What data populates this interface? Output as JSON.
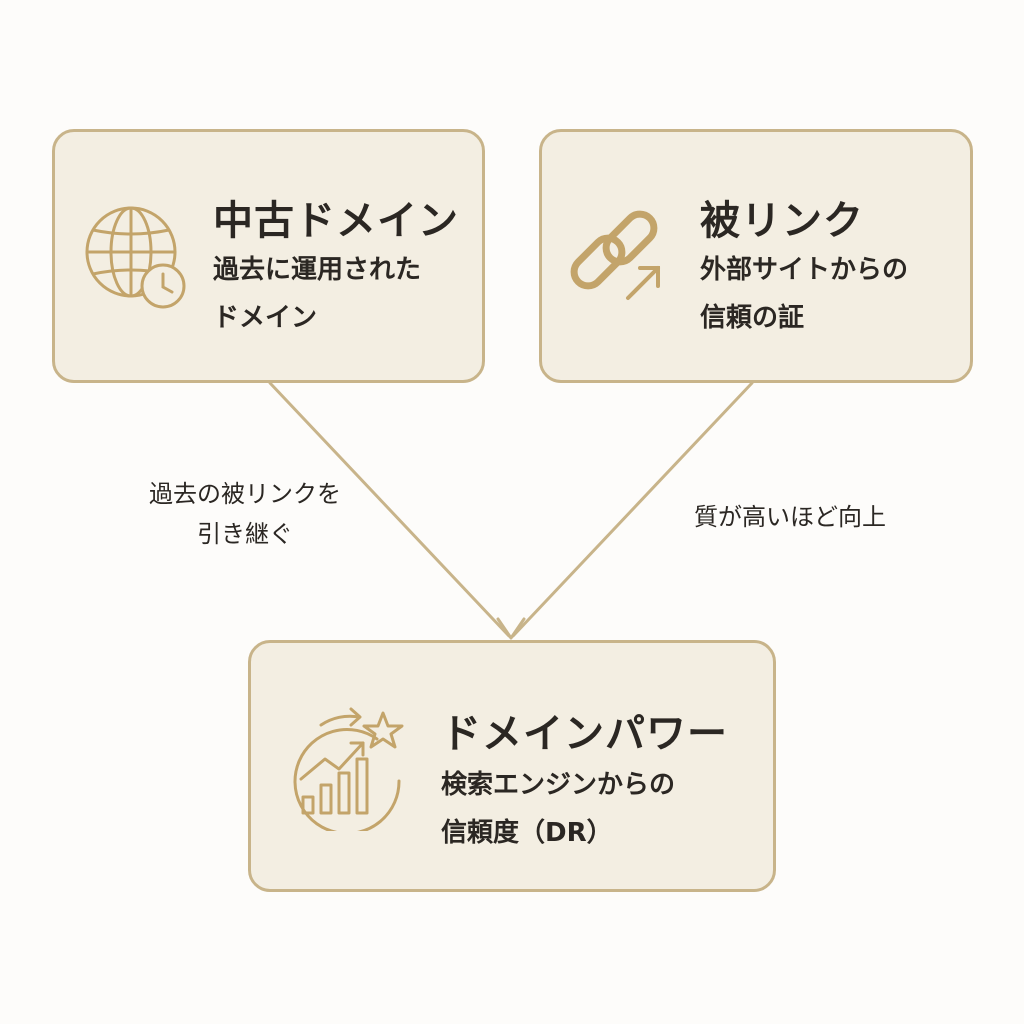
{
  "nodes": {
    "used_domain": {
      "title": "中古ドメイン",
      "description": "過去に運用された\nドメイン",
      "icon": "globe-clock-icon"
    },
    "backlinks": {
      "title": "被リンク",
      "description": "外部サイトからの\n信頼の証",
      "icon": "chain-link-arrow-icon"
    },
    "domain_power": {
      "title": "ドメインパワー",
      "description": "検索エンジンからの\n信頼度（DR）",
      "icon": "growth-chart-star-icon"
    }
  },
  "edges": {
    "left": {
      "label": "過去の被リンクを\n引き継ぐ"
    },
    "right": {
      "label": "質が高いほど向上"
    }
  },
  "colors": {
    "card_background": "#f3eee2",
    "card_border": "#c8b48a",
    "icon_accent": "#c3a46a",
    "connector": "#c8b48a",
    "text": "#2b2723"
  }
}
